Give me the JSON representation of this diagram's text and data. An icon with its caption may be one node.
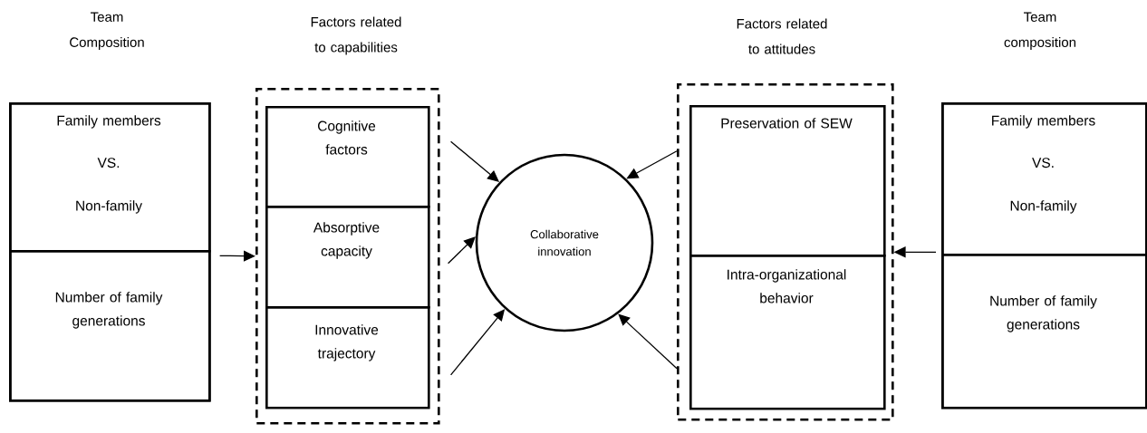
{
  "diagram": {
    "nodes": [
      {
        "text": [
          "Team Composition"
        ]
      },
      {
        "text": [
          "Family members",
          "VS.",
          "Non-family"
        ],
        "in": 0
      },
      {
        "text": [
          "Number of family generations"
        ],
        "in": 0
      },
      {
        "text": [
          "Factors related to capabilities"
        ]
      },
      {
        "text": [
          "Cognitive factors"
        ],
        "in": 3
      },
      {
        "text": [
          "Absorptive capacity"
        ],
        "in": 3
      },
      {
        "text": [
          "Innovative trajectory"
        ],
        "in": 3
      },
      {
        "text": [
          "Collaborative innovation"
        ]
      },
      {
        "text": [
          "Factors related to attitudes"
        ]
      },
      {
        "text": [
          "Preservation of SEW"
        ],
        "in": 8
      },
      {
        "text": [
          "Intra-organizational behavior"
        ],
        "in": 8
      },
      {
        "text": [
          "Team composition"
        ]
      },
      {
        "text": [
          "Family members",
          "VS.",
          "Non-family"
        ],
        "in": 11
      },
      {
        "text": [
          "Number of family generations"
        ],
        "in": 11
      }
    ],
    "edges": [
      {
        "from": 0,
        "to": 3,
        "arrow": "to"
      },
      {
        "from": 4,
        "to": 7,
        "arrow": "to"
      },
      {
        "from": 5,
        "to": 7,
        "arrow": "to"
      },
      {
        "from": 6,
        "to": 7,
        "arrow": "to"
      },
      {
        "from": 9,
        "to": 7,
        "arrow": "to"
      },
      {
        "from": 10,
        "to": 7,
        "arrow": "to"
      },
      {
        "from": 11,
        "to": 8,
        "arrow": "to"
      }
    ]
  }
}
